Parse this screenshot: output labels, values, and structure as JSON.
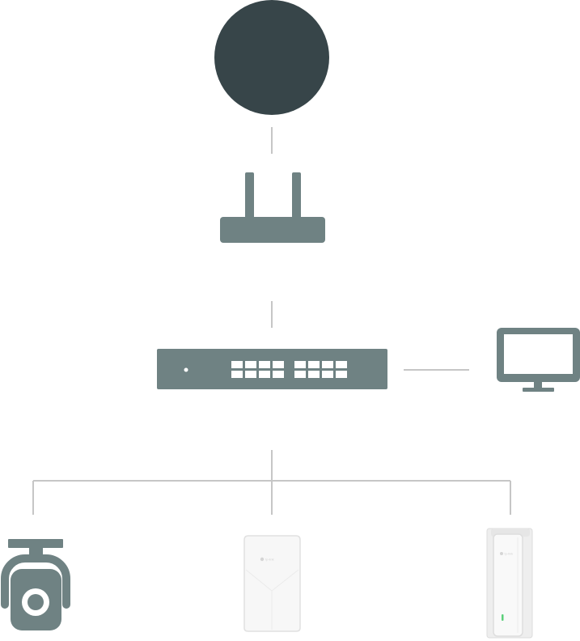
{
  "colors": {
    "background": "#ffffff",
    "cloud": "#374549",
    "device": "#6f8283",
    "device_detail": "#ffffff",
    "connector": "#c6c6c6",
    "ap_body": "#f7f7f7",
    "ap_edge": "#e1e1e1",
    "ap_mark": "#d5d5d5",
    "status_led": "#5bd07a"
  },
  "nodes": [
    {
      "id": "internet",
      "icon": "cloud-circle-icon"
    },
    {
      "id": "router",
      "icon": "router-icon"
    },
    {
      "id": "switch",
      "icon": "switch-icon"
    },
    {
      "id": "monitor",
      "icon": "monitor-icon"
    },
    {
      "id": "camera",
      "icon": "ip-camera-icon"
    },
    {
      "id": "wall-plate-ap",
      "icon": "wall-access-point-icon"
    },
    {
      "id": "outdoor-ap",
      "icon": "outdoor-access-point-icon"
    }
  ],
  "links": [
    {
      "from": "internet",
      "to": "router"
    },
    {
      "from": "router",
      "to": "switch"
    },
    {
      "from": "switch",
      "to": "monitor"
    },
    {
      "from": "switch",
      "to": "camera"
    },
    {
      "from": "switch",
      "to": "wall-plate-ap"
    },
    {
      "from": "switch",
      "to": "outdoor-ap"
    }
  ],
  "brand_marks": {
    "wall_ap": "tp-link",
    "outdoor_ap": "tp-link"
  }
}
